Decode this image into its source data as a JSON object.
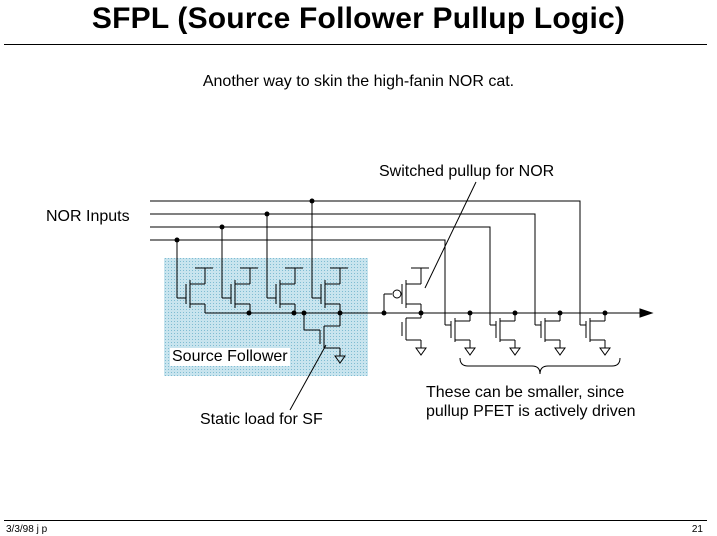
{
  "slide": {
    "title": "SFPL (Source Follower Pullup Logic)",
    "subtitle": "Another way to skin the high-fanin NOR cat.",
    "footer_left": "3/3/98 j p",
    "footer_right": "21"
  },
  "diagram": {
    "label_switched_pullup": "Switched pullup for NOR",
    "label_nor_inputs": "NOR Inputs",
    "label_source_follower": "Source Follower",
    "label_static_load": "Static load for SF",
    "label_smaller_line1": "These can be smaller, since",
    "label_smaller_line2": "pullup PFET is actively driven"
  },
  "colors": {
    "sf_box_fill": "#c8e4ee",
    "sf_box_dots": "#7fbcd2",
    "ink": "#000000"
  }
}
